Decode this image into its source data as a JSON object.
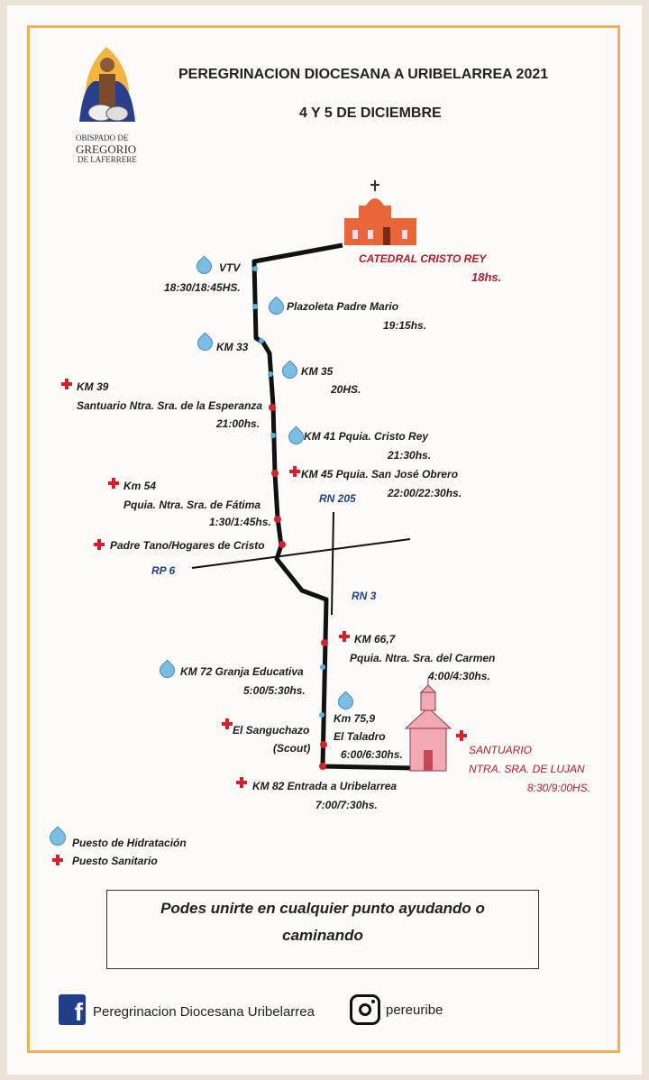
{
  "header": {
    "title": "PEREGRINACION DIOCESANA A URIBELARREA 2021",
    "date": "4 Y 5  DE DICIEMBRE"
  },
  "logo": {
    "line1": "OBISPADO DE",
    "line2": "GREGORIO",
    "line3": "DE LAFERRERE"
  },
  "stops": {
    "start": {
      "name": "CATEDRAL CRISTO REY",
      "time": "18hs."
    },
    "vtv": {
      "name": "VTV",
      "time": "18:30/18:45HS."
    },
    "plazoleta": {
      "name": "Plazoleta Padre Mario",
      "time": "19:15hs."
    },
    "km33": {
      "name": "KM 33"
    },
    "km35": {
      "name": "KM 35",
      "time": "20HS."
    },
    "km39": {
      "name": "KM 39",
      "place": "Santuario Ntra. Sra. de la Esperanza",
      "time": "21:00hs."
    },
    "km41": {
      "name": "KM 41 Pquia. Cristo Rey",
      "time": "21:30hs."
    },
    "km45": {
      "name": "KM 45 Pquia. San José Obrero",
      "time": "22:00/22:30hs."
    },
    "km54": {
      "name": "Km 54",
      "place": "Pquia. Ntra. Sra. de Fátima",
      "time": "1:30/1:45hs."
    },
    "tano": {
      "name": "Padre Tano/Hogares de Cristo"
    },
    "km667": {
      "name": "KM 66,7",
      "place": "Pquia. Ntra. Sra. del Carmen",
      "time": "4:00/4:30hs."
    },
    "km72": {
      "name": "KM 72 Granja Educativa",
      "time": "5:00/5:30hs."
    },
    "km759": {
      "name": "Km 75,9",
      "place": "El Taladro",
      "time": "6:00/6:30hs."
    },
    "sanguchazo": {
      "name": "El Sanguchazo",
      "place": "(Scout)"
    },
    "km82": {
      "name": "KM 82 Entrada a Uribelarrea",
      "time": "7:00/7:30hs."
    },
    "end": {
      "name": "SANTUARIO",
      "place": "NTRA. SRA. DE LUJAN",
      "time": "8:30/9:00HS."
    }
  },
  "roads": {
    "rn205": "RN 205",
    "rp6": "RP 6",
    "rn3": "RN 3"
  },
  "legend": {
    "hydration": "Puesto de Hidratación",
    "medical": "Puesto Sanitario"
  },
  "callout": {
    "line1": "Podes unirte en cualquier punto ayudando o",
    "line2": "caminando"
  },
  "footer": {
    "facebook": "Peregrinacion Diocesana Uribelarrea",
    "instagram": "pereuribe"
  },
  "colors": {
    "route": "#111111",
    "hydration": "#7bbde3",
    "medical": "#d3222e",
    "cathedral": "#e8663a",
    "sanctuary": "#f2a9b4",
    "frame": "#f0b15a"
  }
}
